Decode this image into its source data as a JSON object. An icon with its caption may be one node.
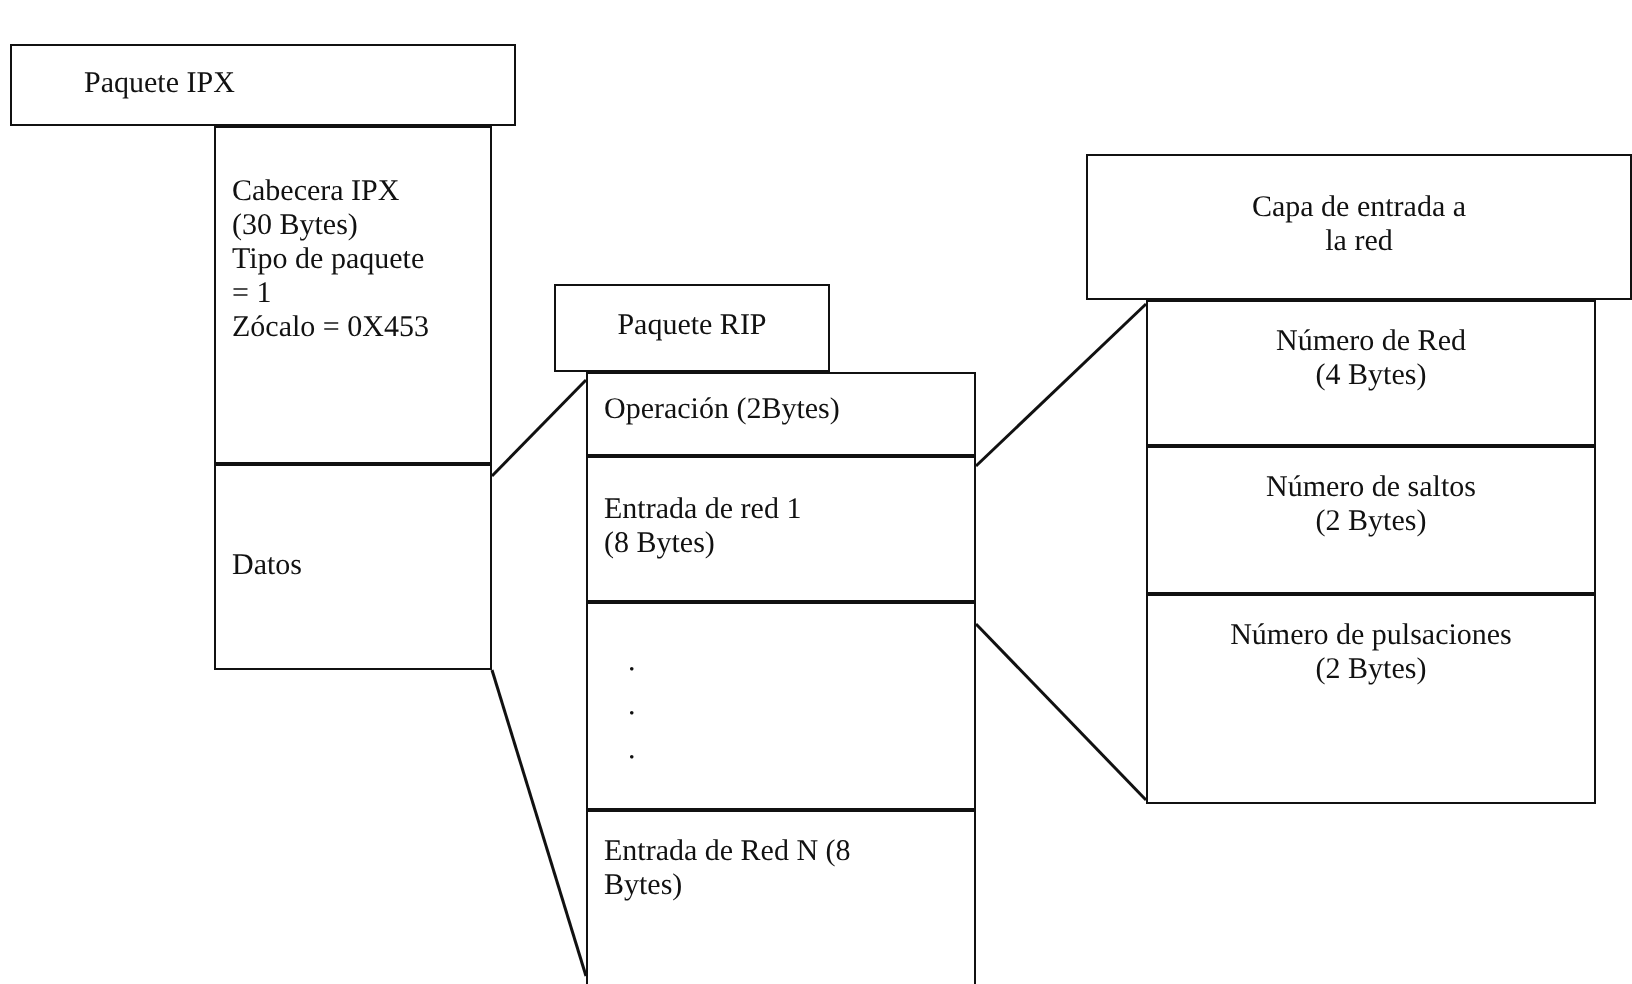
{
  "diagram": {
    "nodes": [
      {
        "text": [
          "Paquete IPX"
        ]
      },
      {
        "text": [
          "Cabecera IPX (30 Bytes)",
          "Tipo de paquete = 1",
          "Zócalo = 0X453"
        ]
      },
      {
        "text": [
          "Datos"
        ]
      },
      {
        "text": [
          "Paquete RIP"
        ]
      },
      {
        "text": [
          "Operación (2Bytes)"
        ]
      },
      {
        "text": [
          "Entrada de red 1 (8 Bytes)"
        ]
      },
      {
        "text": [
          ". . ."
        ]
      },
      {
        "text": [
          "Entrada de Red N (8 Bytes)"
        ]
      },
      {
        "text": [
          "Capa de entrada a la red"
        ]
      },
      {
        "text": [
          "Número de Red (4 Bytes)"
        ]
      },
      {
        "text": [
          "Número de saltos (2 Bytes)"
        ]
      },
      {
        "text": [
          "Número de pulsaciones (2 Bytes)"
        ]
      }
    ],
    "edges": [
      {
        "from": 2,
        "to": 4,
        "arrow": "none"
      },
      {
        "from": 2,
        "to": 7,
        "arrow": "none"
      },
      {
        "from": 5,
        "to": 9,
        "arrow": "none"
      },
      {
        "from": 5,
        "to": 11,
        "arrow": "none"
      }
    ]
  }
}
